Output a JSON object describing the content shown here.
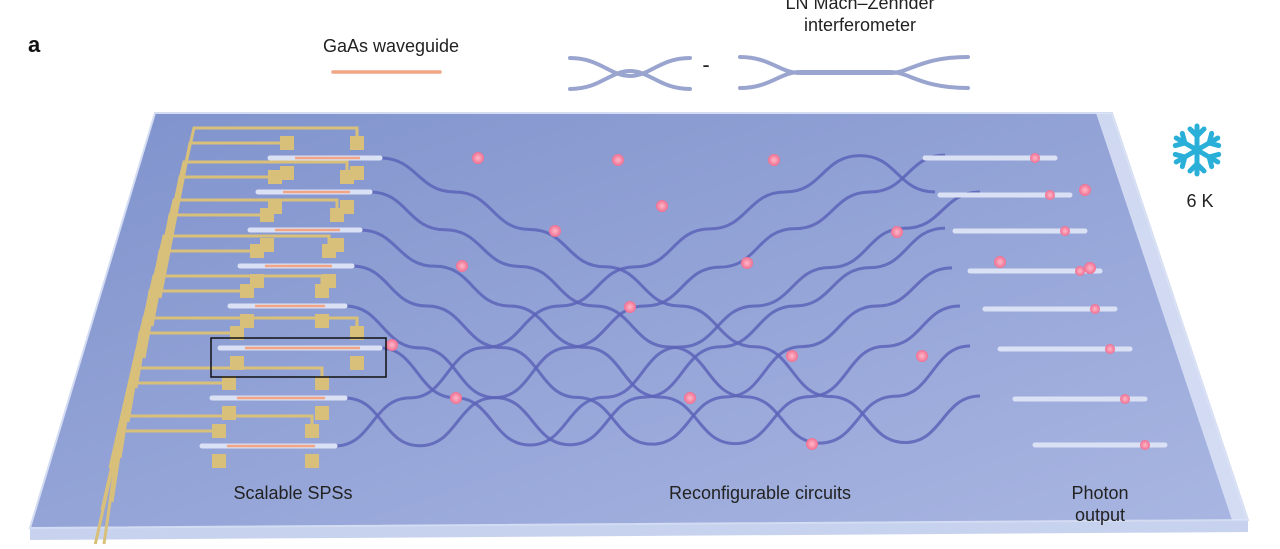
{
  "panel_label": "a",
  "legend": {
    "gaas_waveguide": "GaAs waveguide",
    "ln_mzi": "LN Mach–Zehnder\ninterferometer",
    "ln_mzi_line1": "LN Mach–Zehnder",
    "ln_mzi_line2": "interferometer",
    "dash": "-"
  },
  "temperature": {
    "value": "6 K",
    "icon": "snowflake-icon"
  },
  "sections": {
    "left": "Scalable SPSs",
    "middle": "Reconfigurable circuits",
    "right_line1": "Photon",
    "right_line2": "output"
  },
  "colors": {
    "chip": "#8ea0d4",
    "chip_edge": "#c7d2ee",
    "waveguide": "#5c64b8",
    "electrode": "#d9c07a",
    "heater": "#f59ab0",
    "gaas": "#f1a584",
    "snowflake": "#2ab0d8"
  }
}
